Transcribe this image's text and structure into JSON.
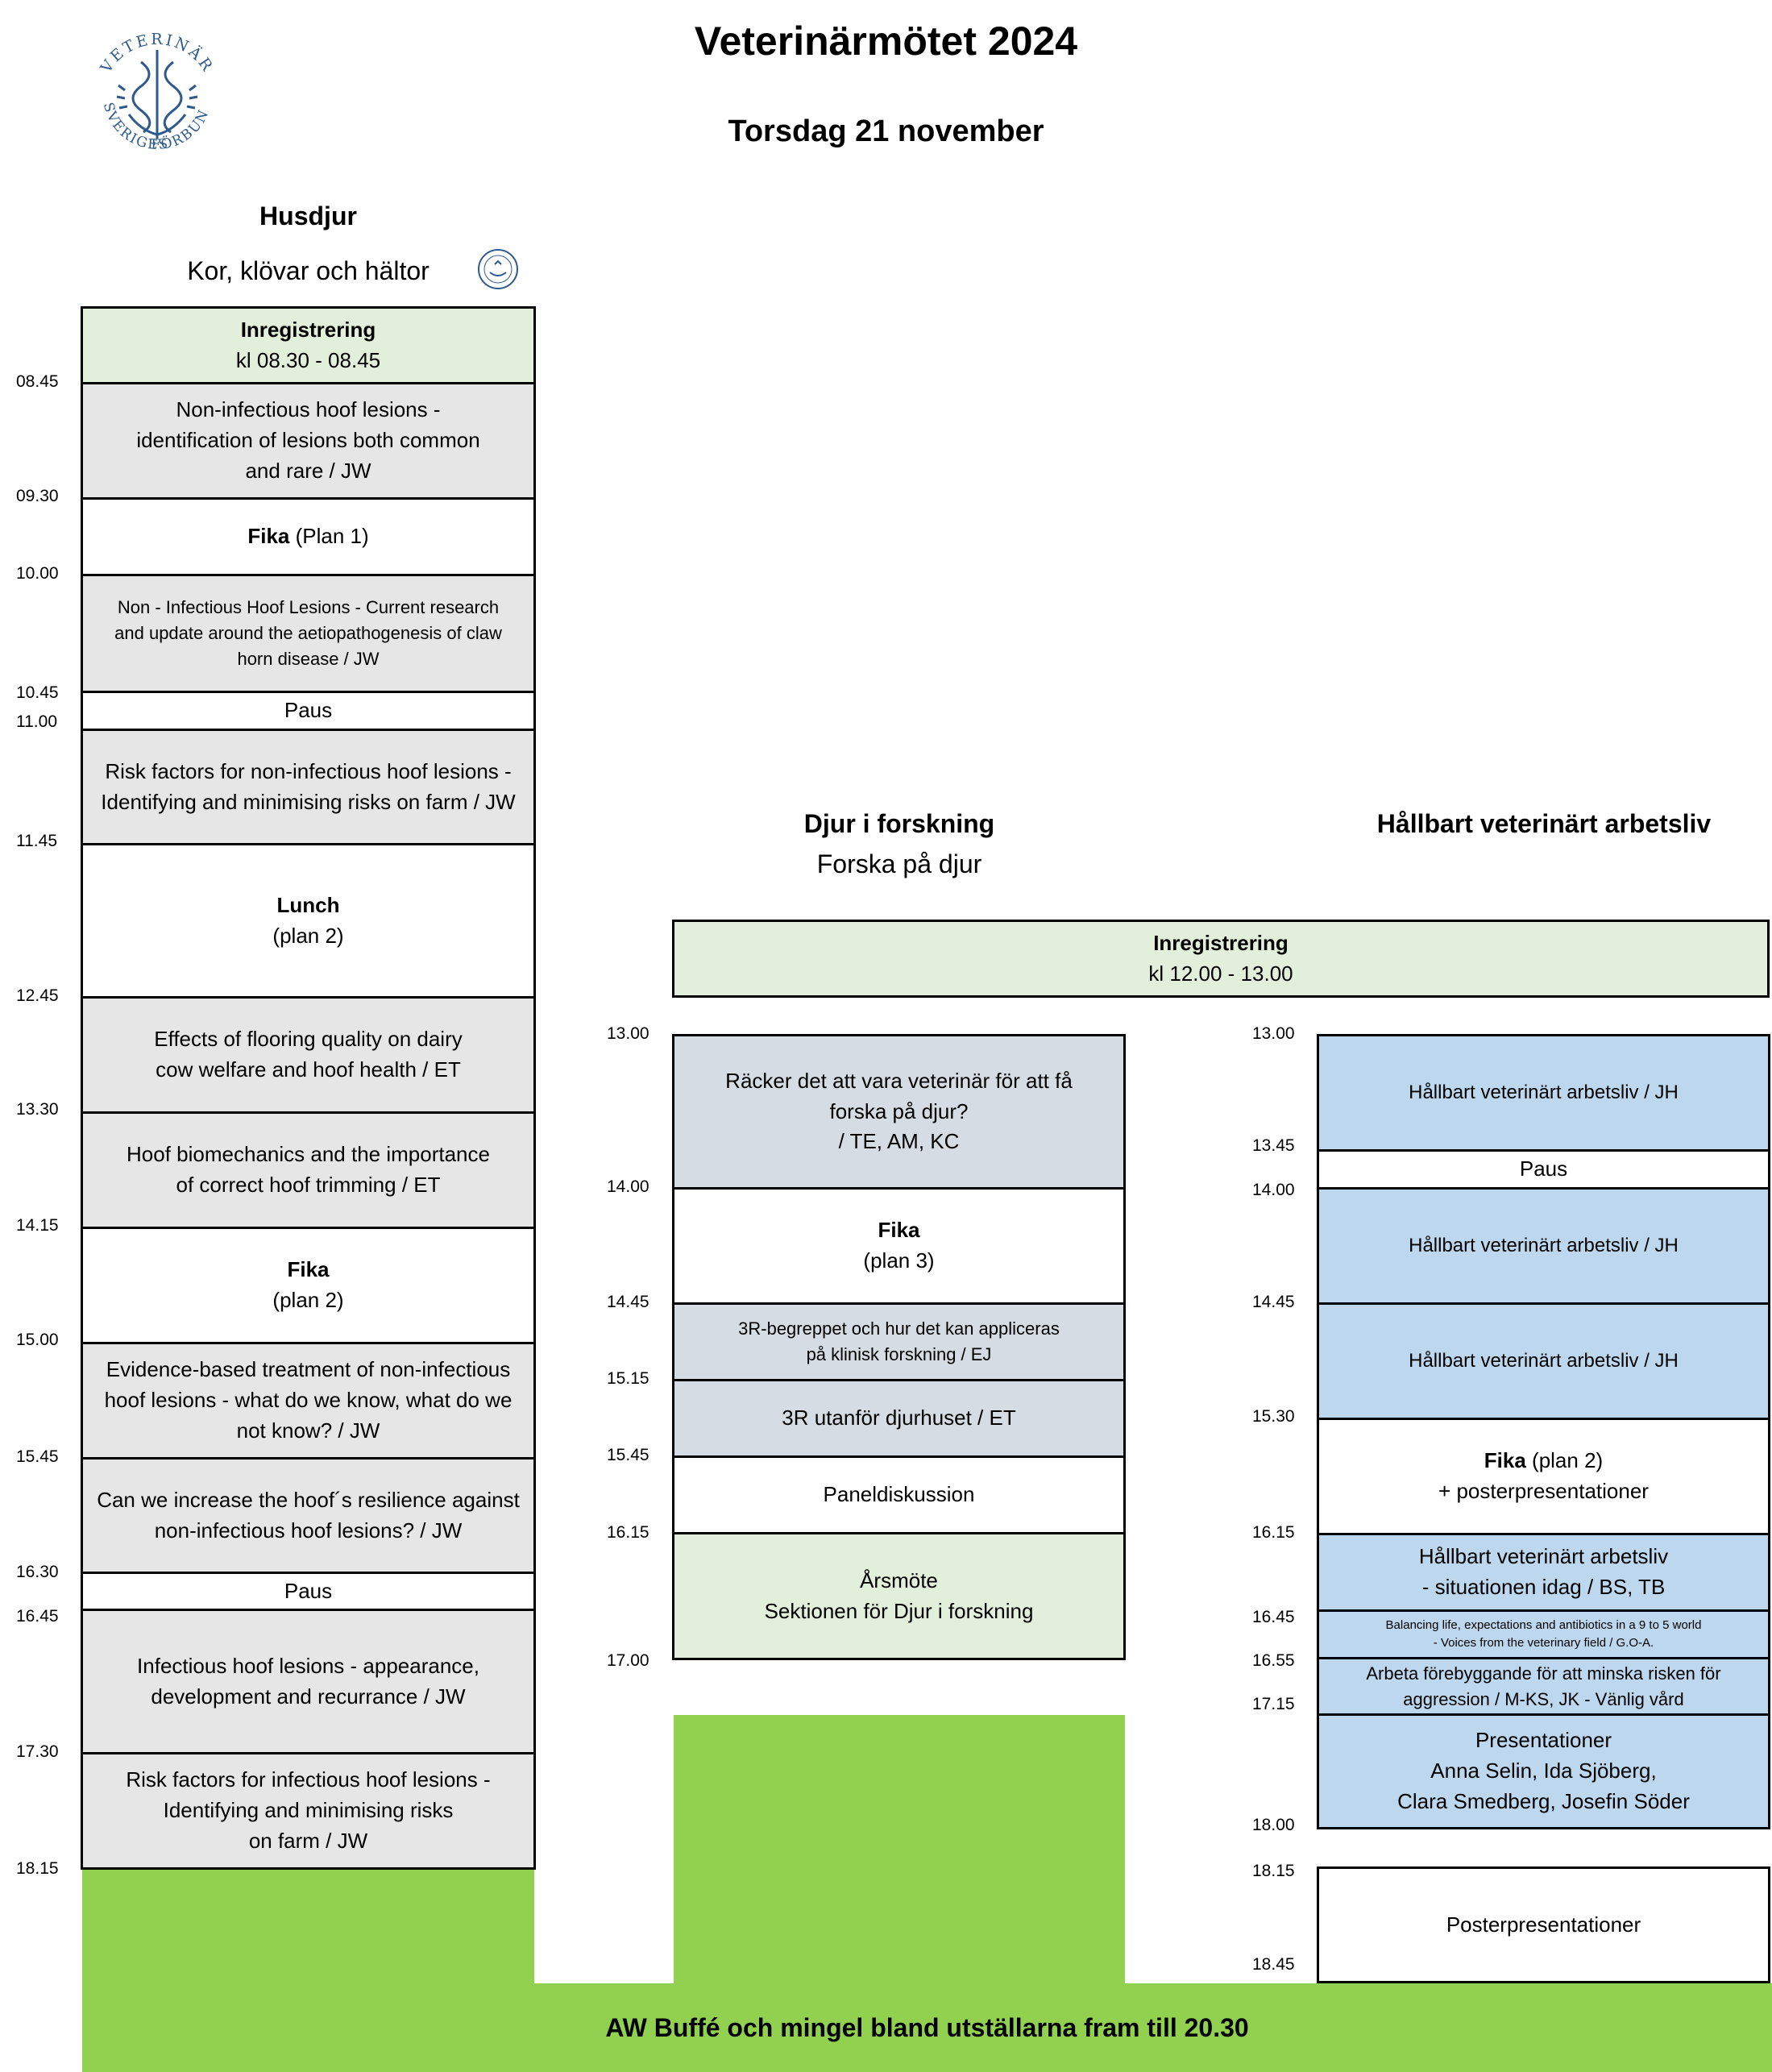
{
  "header": {
    "title": "Veterinärmötet 2024",
    "date": "Torsdag 21 november"
  },
  "logo": {
    "text_top": "VETERINÄR",
    "text_left": "SVERIGES",
    "text_right": "FÖRBUND"
  },
  "colors": {
    "registration": "#e2efda",
    "lecture_gray": "#e7e6e6",
    "lecture_bluegray": "#d6dce4",
    "lecture_blue": "#bdd7ee",
    "aw_green": "#92d050",
    "logo_blue": "#2f5a8c"
  },
  "col1": {
    "heading": "Husdjur",
    "subheading": "Kor, klövar och hältor",
    "times": [
      "08.45",
      "09.30",
      "10.00",
      "10.45",
      "11.00",
      "11.45",
      "12.45",
      "13.30",
      "14.15",
      "15.00",
      "15.45",
      "16.30",
      "16.45",
      "17.30",
      "18.15"
    ],
    "blocks": [
      {
        "bold": "Inregistrering",
        "text": "kl 08.30 - 08.45"
      },
      {
        "text": "Non-infectious hoof lesions -",
        "text2": "identification of lesions both common",
        "text3": "and rare / JW"
      },
      {
        "bold": "Fika",
        "text": " (Plan 1)"
      },
      {
        "text": "Non - Infectious Hoof Lesions - Current research",
        "text2": "and update around the aetiopathogenesis of claw",
        "text3": "horn disease / JW"
      },
      {
        "text": "Paus"
      },
      {
        "text": "Risk factors for non-infectious hoof lesions -",
        "text2": "Identifying and minimising risks on farm / JW"
      },
      {
        "bold": "Lunch",
        "text": "(plan 2)"
      },
      {
        "text": "Effects of flooring quality on dairy",
        "text2": "cow welfare and hoof health / ET"
      },
      {
        "text": "Hoof biomechanics and the importance",
        "text2": "of correct hoof trimming / ET"
      },
      {
        "bold": "Fika",
        "text": "(plan 2)"
      },
      {
        "text": "Evidence-based treatment of non-infectious",
        "text2": "hoof lesions - what do we know, what do we",
        "text3": "not know? / JW"
      },
      {
        "text": "Can we increase the hoof´s resilience against",
        "text2": "non-infectious hoof lesions? / JW"
      },
      {
        "text": "Paus"
      },
      {
        "text": "Infectious hoof lesions - appearance,",
        "text2": "development and recurrance / JW"
      },
      {
        "text": "Risk factors for infectious hoof lesions -",
        "text2": "Identifying and minimising risks",
        "text3": "on farm / JW"
      }
    ]
  },
  "registration2": {
    "bold": "Inregistrering",
    "text": "kl 12.00 - 13.00"
  },
  "col2": {
    "heading": "Djur i forskning",
    "subheading": "Forska på djur",
    "times": [
      "13.00",
      "14.00",
      "14.45",
      "15.15",
      "15.45",
      "16.15",
      "17.00"
    ],
    "blocks": [
      {
        "text": "Räcker det att vara veterinär för att få",
        "text2": "forska på djur?",
        "text3": "/ TE, AM, KC"
      },
      {
        "bold": "Fika",
        "text": "(plan 3)"
      },
      {
        "text": "3R-begreppet och hur det kan appliceras",
        "text2": "på klinisk forskning / EJ"
      },
      {
        "text": "3R utanför djurhuset / ET"
      },
      {
        "text": "Paneldiskussion"
      },
      {
        "text": "Årsmöte",
        "text2": "Sektionen för Djur i forskning"
      }
    ]
  },
  "col3": {
    "heading": "Hållbart veterinärt arbetsliv",
    "times": [
      "13.00",
      "13.45",
      "14.00",
      "14.45",
      "15.30",
      "16.15",
      "16.45",
      "16.55",
      "17.15",
      "18.00",
      "18.15",
      "18.45"
    ],
    "blocks": [
      {
        "text": "Hållbart veterinärt arbetsliv / JH"
      },
      {
        "text": "Paus"
      },
      {
        "text": "Hållbart veterinärt arbetsliv / JH"
      },
      {
        "text": "Hållbart veterinärt arbetsliv / JH"
      },
      {
        "bold": "Fika",
        "text": " (plan 2)",
        "text2": "+ posterpresentationer"
      },
      {
        "text": "Hållbart veterinärt arbetsliv",
        "text2": "- situationen idag / BS, TB"
      },
      {
        "text": "Balancing life, expectations and antibiotics in a 9 to 5 world",
        "text2": "- Voices from the veterinary field / G.O-A."
      },
      {
        "text": "Arbeta förebyggande för att minska risken för",
        "text2": "aggression / M-KS, JK - Vänlig vård"
      },
      {
        "text": "Presentationer",
        "text2": "Anna Selin, Ida Sjöberg,",
        "text3": "Clara Smedberg, Josefin Söder"
      },
      {
        "text": "Posterpresentationer"
      }
    ]
  },
  "footer": {
    "text": "AW Buffé och mingel bland utställarna fram till 20.30"
  }
}
